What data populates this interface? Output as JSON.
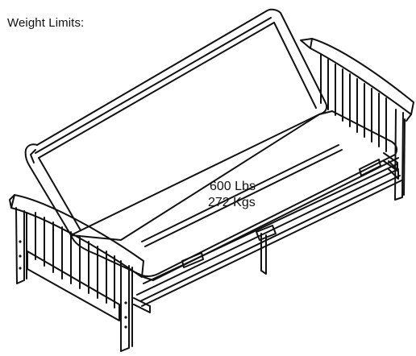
{
  "heading": "Weight Limits:",
  "weight": {
    "lbs": "600 Lbs",
    "kgs": "272 Kgs"
  },
  "illustration": {
    "subject": "futon-frame-with-mattress",
    "line_color": "#111111",
    "background": "#ffffff"
  }
}
